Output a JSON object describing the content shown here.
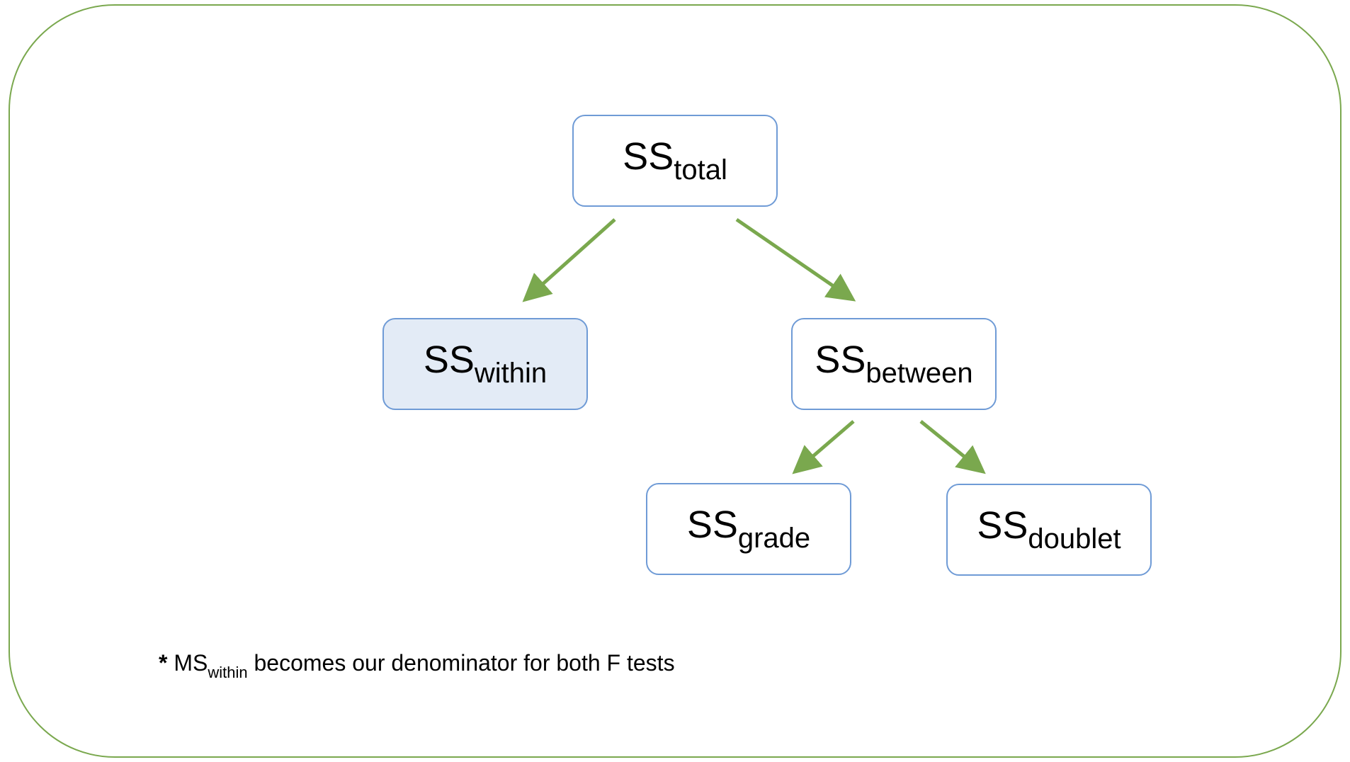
{
  "diagram": {
    "nodes": {
      "total": {
        "main": "SS",
        "sub": "total"
      },
      "within": {
        "main": "SS",
        "sub": "within"
      },
      "between": {
        "main": "SS",
        "sub": "between"
      },
      "grade": {
        "main": "SS",
        "sub": "grade"
      },
      "doublet": {
        "main": "SS",
        "sub": "doublet"
      }
    },
    "edges": [
      {
        "from": "total",
        "to": "within"
      },
      {
        "from": "total",
        "to": "between"
      },
      {
        "from": "between",
        "to": "grade"
      },
      {
        "from": "between",
        "to": "doublet"
      }
    ],
    "note": {
      "star": "*",
      "main": "MS",
      "sub": "within",
      "rest": "becomes our denominator for both F tests"
    }
  },
  "colors": {
    "frame_border": "#7aa84e",
    "arrow": "#7aa84e",
    "node_border": "#6f9bd6",
    "node_highlight_fill": "#e3ebf6"
  }
}
